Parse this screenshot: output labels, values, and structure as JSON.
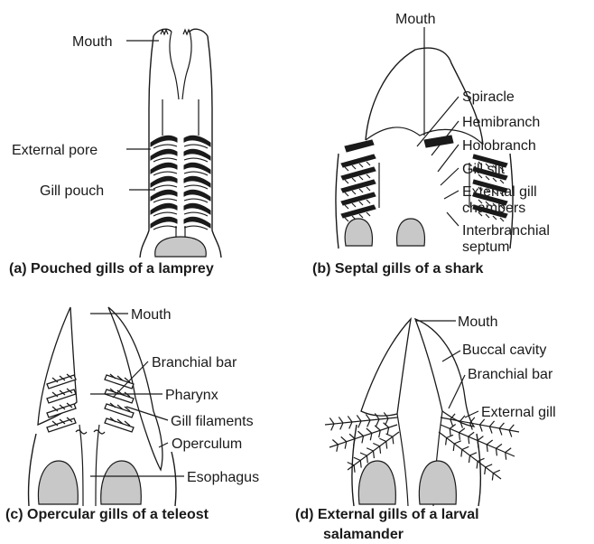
{
  "panels": {
    "a": {
      "caption": "(a) Pouched gills of a lamprey",
      "labels": {
        "mouth": "Mouth",
        "external_pore": "External pore",
        "gill_pouch": "Gill pouch"
      }
    },
    "b": {
      "caption": "(b) Septal gills of a shark",
      "labels": {
        "mouth": "Mouth",
        "spiracle": "Spiracle",
        "hemibranch": "Hemibranch",
        "holobranch": "Holobranch",
        "gill_slit": "Gill slit",
        "external_gill_1": "External gill",
        "external_gill_2": "chambers",
        "interbranchial_1": "Interbranchial",
        "interbranchial_2": "septum"
      }
    },
    "c": {
      "caption": "(c) Opercular gills of a teleost",
      "labels": {
        "mouth": "Mouth",
        "branchial_bar": "Branchial bar",
        "pharynx": "Pharynx",
        "gill_filaments": "Gill filaments",
        "operculum": "Operculum",
        "esophagus": "Esophagus"
      }
    },
    "d": {
      "caption_1": "(d) External gills of a larval",
      "caption_2": "salamander",
      "labels": {
        "mouth": "Mouth",
        "buccal_cavity": "Buccal cavity",
        "branchial_bar": "Branchial bar",
        "external_gill": "External gill"
      }
    }
  }
}
